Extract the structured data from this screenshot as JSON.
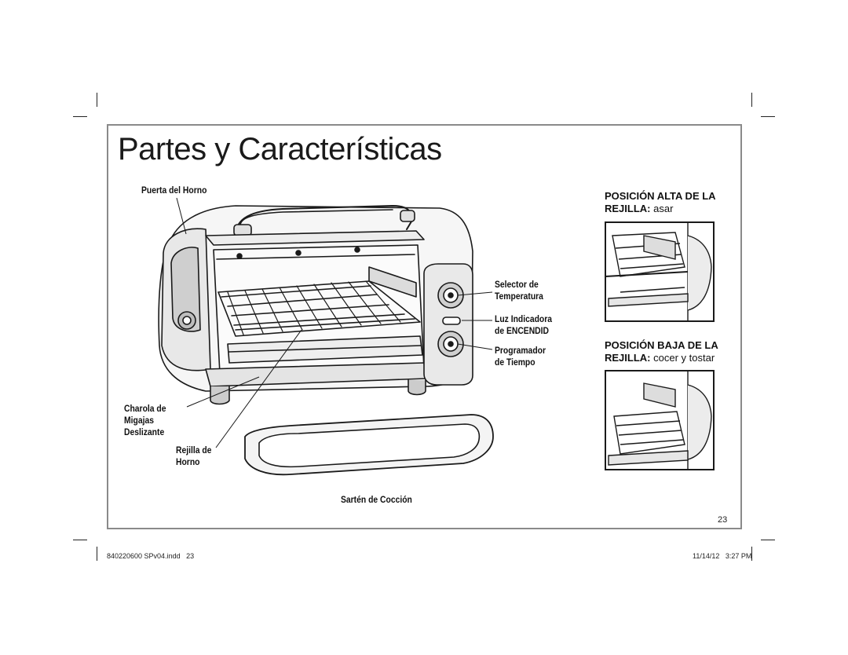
{
  "page": {
    "title": "Partes y Características",
    "page_number": "23"
  },
  "labels": {
    "door": "Puerta del Horno",
    "temp_selector": [
      "Selector de",
      "Temperatura"
    ],
    "power_light": [
      "Luz Indicadora",
      "de ENCENDID"
    ],
    "timer": [
      "Programador",
      "de Tiempo"
    ],
    "crumb_tray": [
      "Charola de",
      "Migajas",
      "Deslizante"
    ],
    "oven_rack": [
      "Rejilla de",
      "Horno"
    ],
    "baking_pan": "Sartén de Cocción"
  },
  "rack_positions": {
    "high": {
      "heading": "POSICIÓN ALTA DE LA",
      "label": "REJILLA:",
      "use": "asar"
    },
    "low": {
      "heading": "POSICIÓN BAJA DE LA",
      "label": "REJILLA:",
      "use": "cocer y tostar"
    }
  },
  "footer": {
    "file": "840220600 SPv04.indd   23",
    "timestamp": "11/14/12   3:27 PM"
  }
}
